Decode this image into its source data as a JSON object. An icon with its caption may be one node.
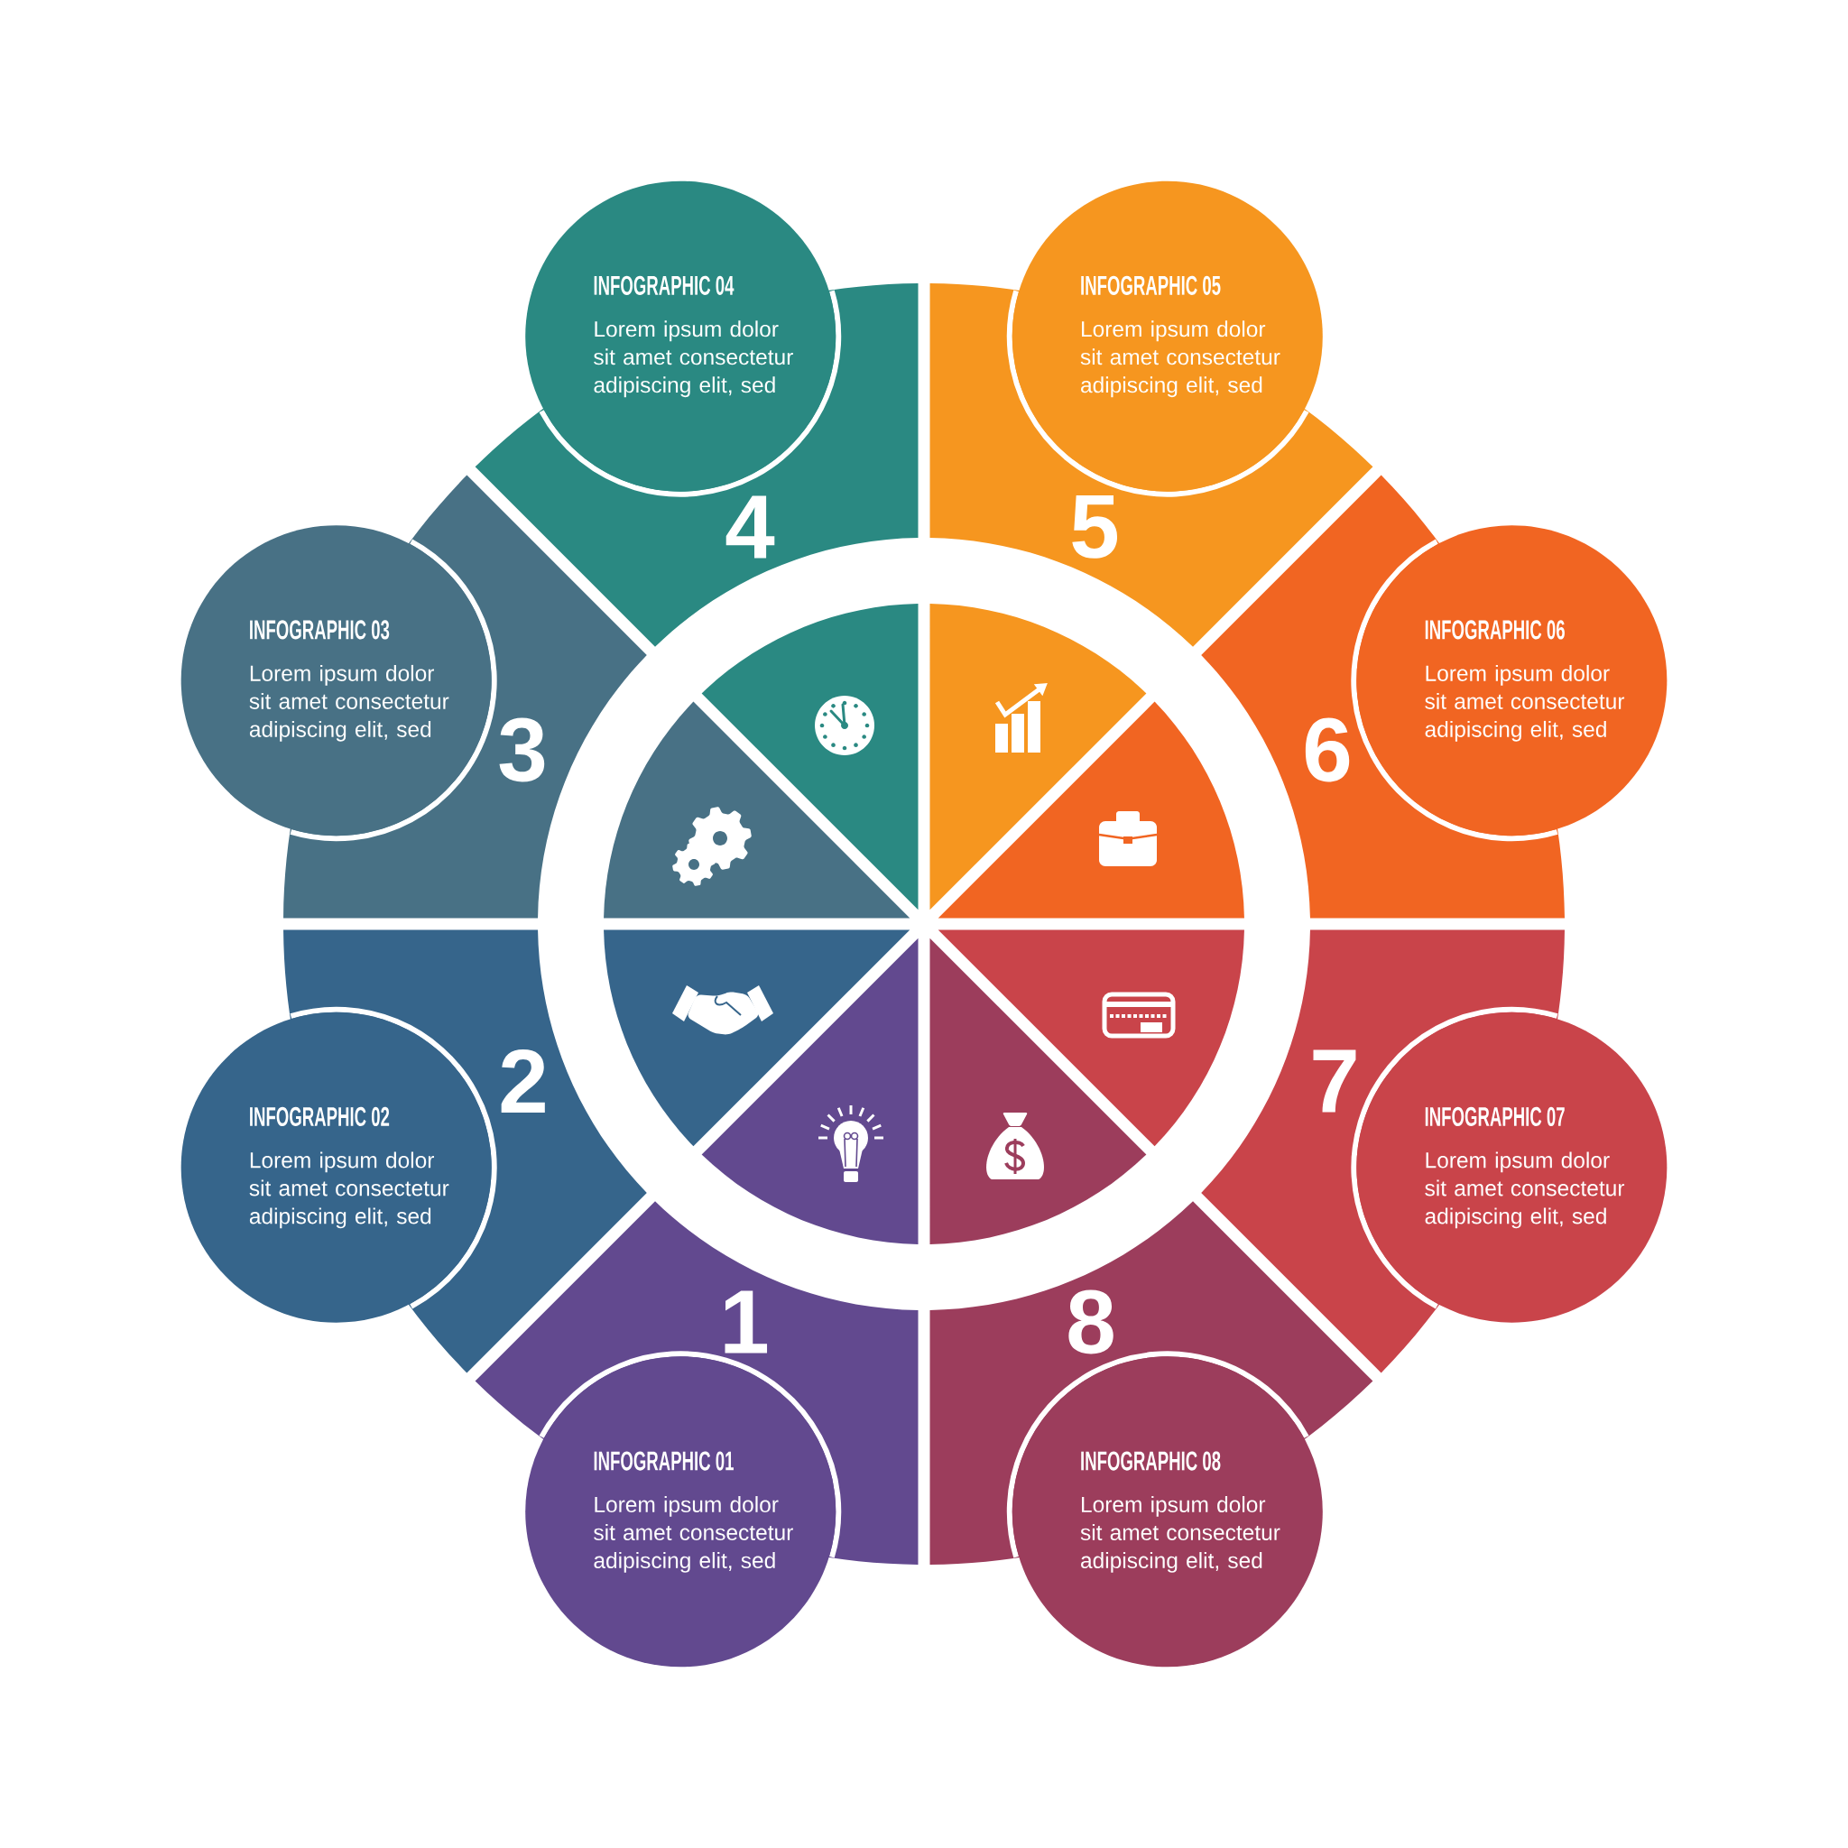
{
  "diagram": {
    "nodes": [
      {
        "text": [
          "1"
        ]
      },
      {
        "text": [
          "INFOGRAPHIC 01",
          "Lorem ipsum dolor sit amet consectetur adipiscing elit, sed"
        ]
      },
      {
        "text": [
          "2"
        ]
      },
      {
        "text": [
          "INFOGRAPHIC 02",
          "Lorem ipsum dolor sit amet consectetur adipiscing elit, sed"
        ]
      },
      {
        "text": [
          "3"
        ]
      },
      {
        "text": [
          "INFOGRAPHIC 03",
          "Lorem ipsum dolor sit amet consectetur adipiscing elit, sed"
        ]
      },
      {
        "text": [
          "4"
        ]
      },
      {
        "text": [
          "INFOGRAPHIC 04",
          "Lorem ipsum dolor sit amet consectetur adipiscing elit, sed"
        ]
      },
      {
        "text": [
          "5"
        ]
      },
      {
        "text": [
          "INFOGRAPHIC 05",
          "Lorem ipsum dolor sit amet consectetur adipiscing elit, sed"
        ]
      },
      {
        "text": [
          "6"
        ]
      },
      {
        "text": [
          "INFOGRAPHIC 06",
          "Lorem ipsum dolor sit amet consectetur adipiscing elit, sed"
        ]
      },
      {
        "text": [
          "7"
        ]
      },
      {
        "text": [
          "INFOGRAPHIC 07",
          "Lorem ipsum dolor sit amet consectetur adipiscing elit, sed"
        ]
      },
      {
        "text": [
          "8"
        ]
      },
      {
        "text": [
          "INFOGRAPHIC 08",
          "Lorem ipsum dolor sit amet consectetur adipiscing elit, sed"
        ]
      }
    ]
  }
}
